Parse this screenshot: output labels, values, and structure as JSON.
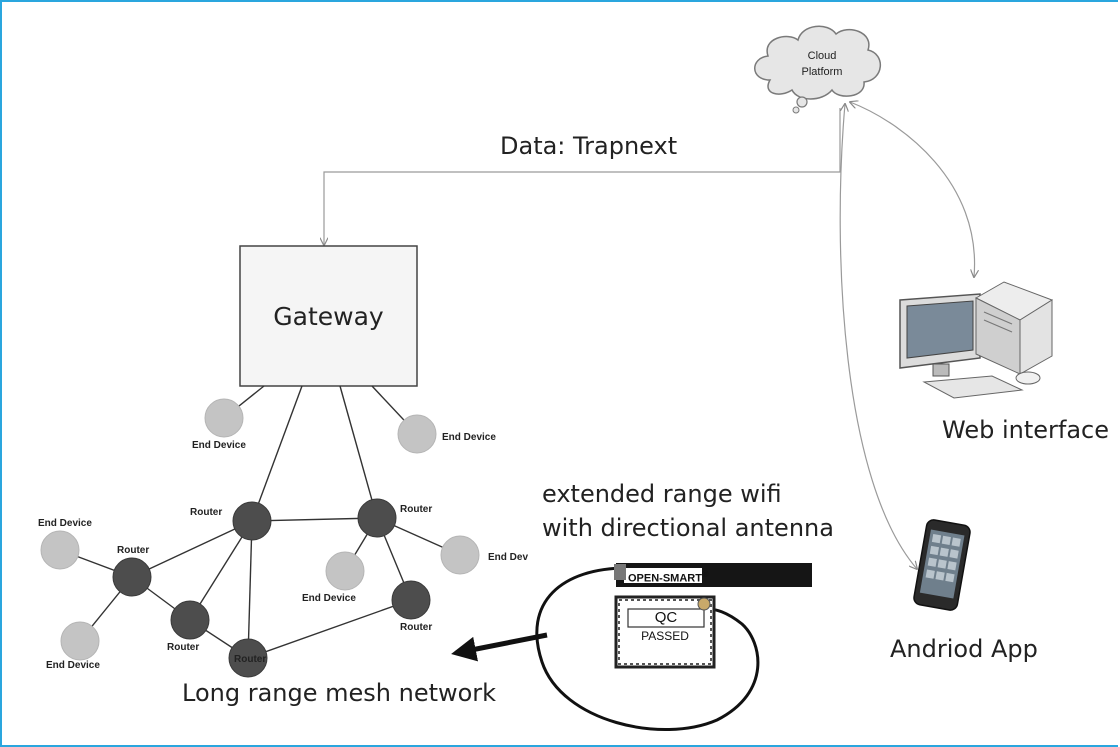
{
  "cloud": {
    "line1": "Cloud",
    "line2": "Platform"
  },
  "data_label": "Data: Trapnext",
  "gateway_label": "Gateway",
  "web_label": "Web interface",
  "app_label": "Andriod App",
  "wifi_label": {
    "line1": "extended range wifi",
    "line2": "with directional antenna"
  },
  "mesh_label": "Long range mesh network",
  "module": {
    "brand": "OPEN-SMART",
    "registered": "®",
    "qc": "QC",
    "passed": "PASSED"
  },
  "nodes": {
    "end_device": "End Device",
    "end_device_cut": "End Dev",
    "router": "Router"
  },
  "colors": {
    "border": "#2aa6de",
    "router": "#4d4d4d",
    "end_device": "#c4c4c4",
    "gateway_fill": "#f5f5f5"
  }
}
